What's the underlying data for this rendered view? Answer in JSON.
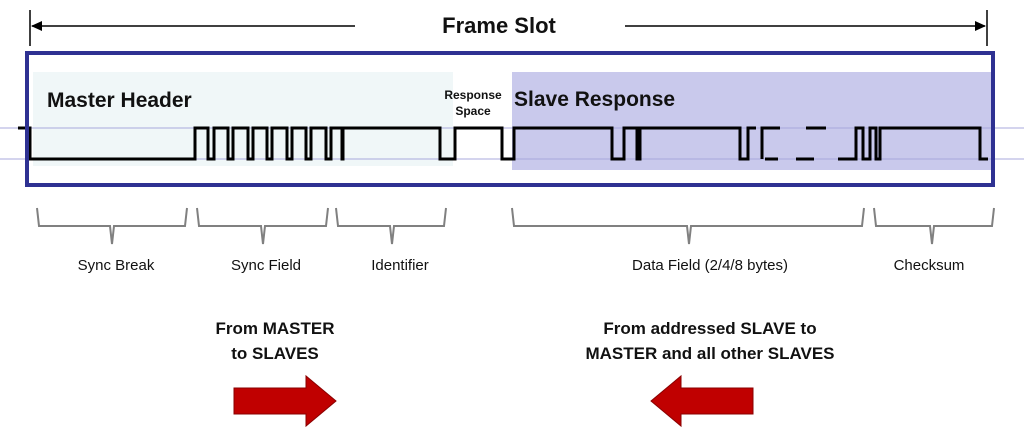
{
  "title": "Frame Slot",
  "sections": {
    "master_header": "Master Header",
    "response_space": [
      "Response",
      "Space"
    ],
    "slave_response": "Slave Response"
  },
  "fields": [
    {
      "label": "Sync Break"
    },
    {
      "label": "Sync Field"
    },
    {
      "label": "Identifier"
    },
    {
      "label": "Data Field (2/4/8 bytes)"
    },
    {
      "label": "Checksum"
    }
  ],
  "directions": {
    "master_to_slaves": [
      "From MASTER",
      "to SLAVES"
    ],
    "slave_to_master": [
      "From addressed SLAVE to",
      "MASTER and all other SLAVES"
    ]
  },
  "colors": {
    "frame_border": "#2e3192",
    "slave_fill": "#c9c9ec",
    "master_fill": "#f0f7f8",
    "guide_line": "#a8a8dc",
    "arrow_fill": "#c00000",
    "signal": "#000000",
    "brace": "#808080"
  }
}
